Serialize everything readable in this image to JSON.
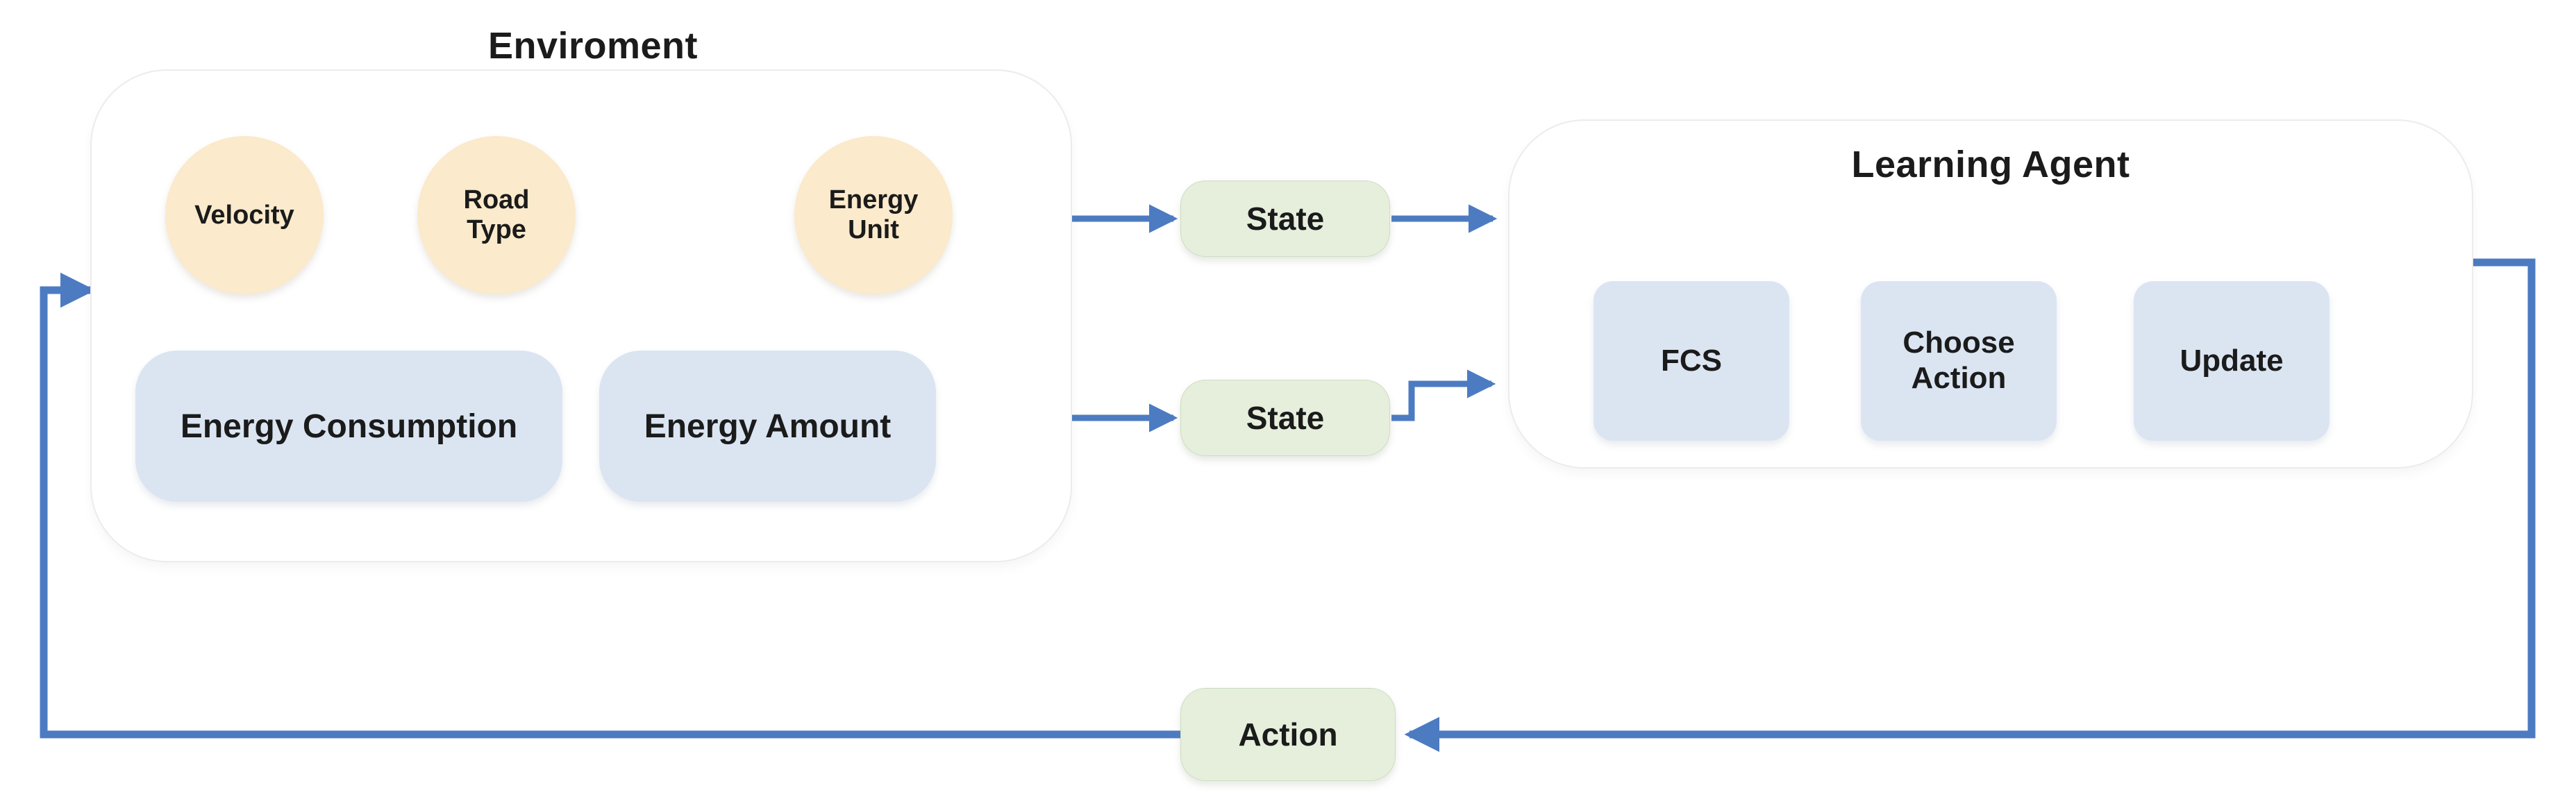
{
  "colors": {
    "line_color": "#4C7BC2",
    "circle_fill": "#FBEACB",
    "blue_box_fill": "#DBE5F2",
    "green_box_fill": "#E5EFDC",
    "container_border": "#ECECEC",
    "text_color": "#1B1B1B"
  },
  "environment": {
    "title": "Enviroment",
    "circles": [
      {
        "label": "Velocity"
      },
      {
        "label": "Road Type"
      },
      {
        "label": "Energy Unit"
      }
    ],
    "process_boxes": [
      {
        "label": "Energy Consumption"
      },
      {
        "label": "Energy Amount"
      }
    ]
  },
  "states": [
    {
      "label": "State"
    },
    {
      "label": "State"
    }
  ],
  "agent": {
    "title": "Learning Agent",
    "modules": [
      {
        "label": "FCS"
      },
      {
        "label": "Choose Action"
      },
      {
        "label": "Update"
      }
    ]
  },
  "action": {
    "label": "Action"
  }
}
